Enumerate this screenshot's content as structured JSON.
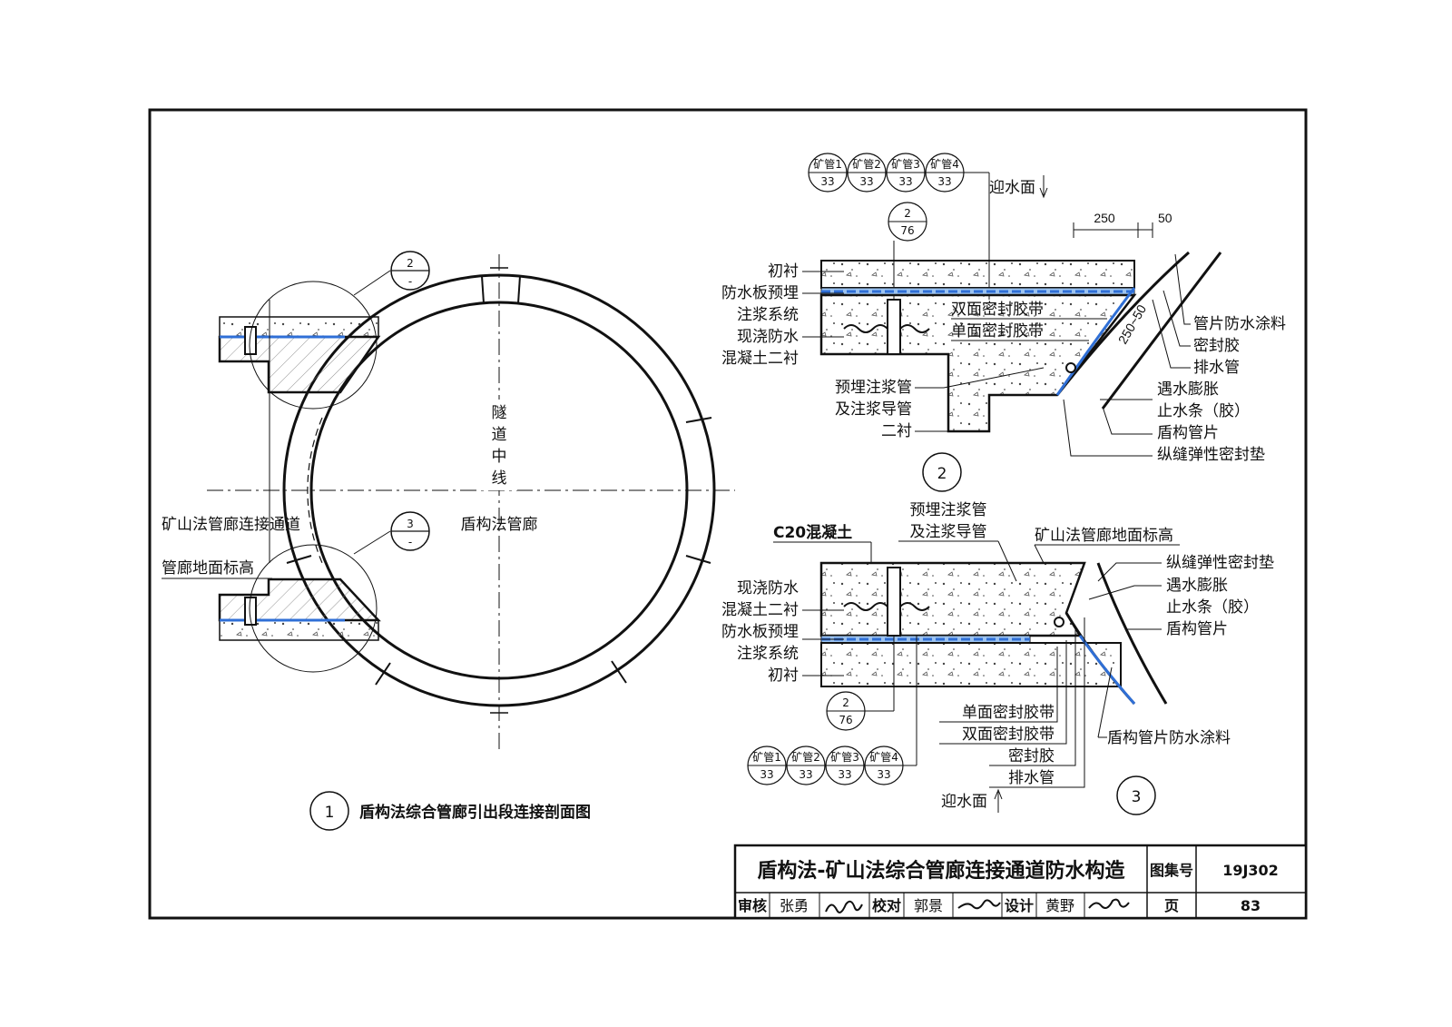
{
  "detail2": {
    "refs_top": [
      {
        "top": "矿管1",
        "bottom": "33"
      },
      {
        "top": "矿管2",
        "bottom": "33"
      },
      {
        "top": "矿管3",
        "bottom": "33"
      },
      {
        "top": "矿管4",
        "bottom": "33"
      }
    ],
    "ref_76": {
      "top": "2",
      "bottom": "76"
    },
    "upstream": "迎水面",
    "dim_250": "250",
    "dim_50": "50",
    "dim_diag": "250~50",
    "left_labels": [
      "初衬",
      "防水板预埋",
      "注浆系统",
      "现浇防水",
      "混凝土二衬"
    ],
    "tape_labels": [
      "双面密封胶带",
      "单面密封胶带"
    ],
    "pipe_labels": [
      "预埋注浆管",
      "及注浆导管",
      "二衬"
    ],
    "right_labels": [
      "管片防水涂料",
      "密封胶",
      "排水管",
      "遇水膨胀",
      "止水条（胶）",
      "盾构管片",
      "纵缝弹性密封垫"
    ],
    "number": "2"
  },
  "detail3": {
    "c20": "C20混凝土",
    "grout_labels": [
      "预埋注浆管",
      "及注浆导管"
    ],
    "floor_label": "矿山法管廊地面标高",
    "right_labels": [
      "纵缝弹性密封垫",
      "遇水膨胀",
      "止水条（胶）",
      "盾构管片"
    ],
    "left_labels": [
      "现浇防水",
      "混凝土二衬",
      "防水板预埋",
      "注浆系统",
      "初衬"
    ],
    "ref_76": {
      "top": "2",
      "bottom": "76"
    },
    "bottom_labels": [
      "单面密封胶带",
      "双面密封胶带",
      "密封胶",
      "排水管"
    ],
    "coating": "盾构管片防水涂料",
    "refs_bottom": [
      {
        "top": "矿管1",
        "bottom": "33"
      },
      {
        "top": "矿管2",
        "bottom": "33"
      },
      {
        "top": "矿管3",
        "bottom": "33"
      },
      {
        "top": "矿管4",
        "bottom": "33"
      }
    ],
    "upstream": "迎水面",
    "number": "3"
  },
  "detail1": {
    "callout_top": {
      "top": "2",
      "bottom": "-"
    },
    "callout_bottom": {
      "top": "3",
      "bottom": "-"
    },
    "centerline": [
      "隧",
      "道",
      "中",
      "线"
    ],
    "shield_label": "盾构法管廊",
    "mine_label": "矿山法管廊连接通道",
    "floor_label": "管廊地面标高",
    "number": "1",
    "caption": "盾构法综合管廊引出段连接剖面图"
  },
  "title_block": {
    "title": "盾构法-矿山法综合管廊连接通道防水构造",
    "atlas_label": "图集号",
    "atlas_no": "19J302",
    "review_label": "审核",
    "reviewer": "张勇",
    "check_label": "校对",
    "checker": "郭景",
    "design_label": "设计",
    "designer": "黄野",
    "page_label": "页",
    "page_no": "83"
  },
  "colors": {
    "line": "#111111",
    "membrane": "#2f6fd6",
    "membrane_light": "#9cc3f0"
  }
}
